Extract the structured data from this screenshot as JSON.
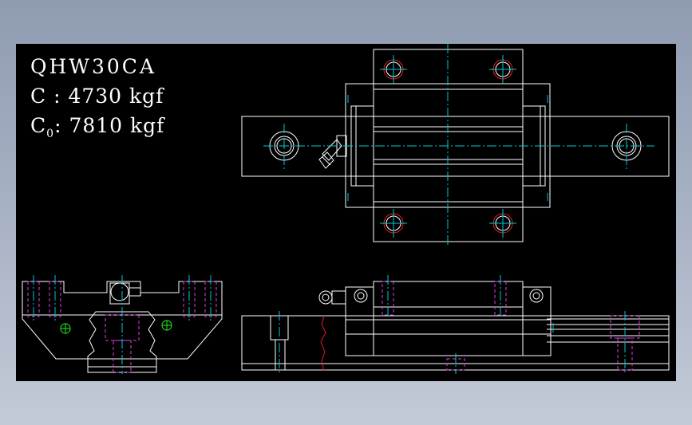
{
  "spec": {
    "model": "QHW30CA",
    "dynamic_load_prefix": "C : ",
    "dynamic_load": "4730 kgf",
    "static_load_symbol": "C",
    "static_load_subscript": "0",
    "static_load_sep": ": ",
    "static_load": "7810 kgf"
  },
  "colors": {
    "background": "#000000",
    "outline": "#ffffff",
    "centerline": "#00c8d8",
    "hidden_line": "#e040e0",
    "thread": "#e02020",
    "grease_point": "#20d020"
  }
}
